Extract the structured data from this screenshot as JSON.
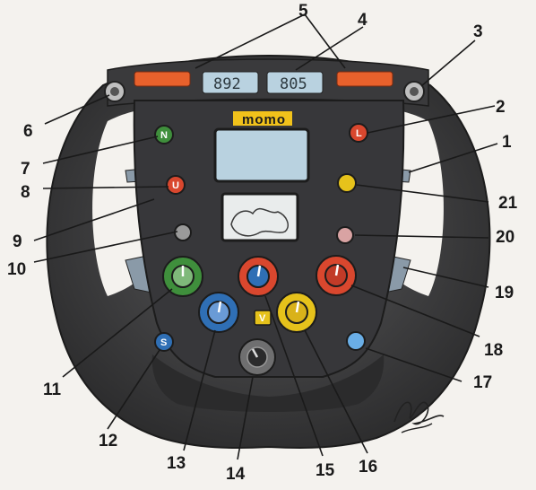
{
  "brand": {
    "logo_text": "momo"
  },
  "displays": {
    "left_lcd": "892",
    "right_lcd": "805"
  },
  "signature": "signature",
  "buttons": {
    "n": "N",
    "l": "L",
    "u": "U",
    "s": "S",
    "v": "V"
  },
  "callouts": [
    "1",
    "2",
    "3",
    "4",
    "5",
    "6",
    "7",
    "8",
    "9",
    "10",
    "11",
    "12",
    "13",
    "14",
    "15",
    "16",
    "17",
    "18",
    "19",
    "20",
    "21"
  ],
  "colors": {
    "rim": "#3f3f40",
    "rim_shadow": "#2a2a2b",
    "faceplate": "#38383a",
    "screen": "#b9d2e0",
    "logo_bg": "#f1c21b",
    "green": "#3f8f3c",
    "red": "#d9472e",
    "yellow": "#e6c21b",
    "blue": "#2f6fb5",
    "light_blue": "#6aaee6",
    "orange_led": "#e8612c"
  }
}
